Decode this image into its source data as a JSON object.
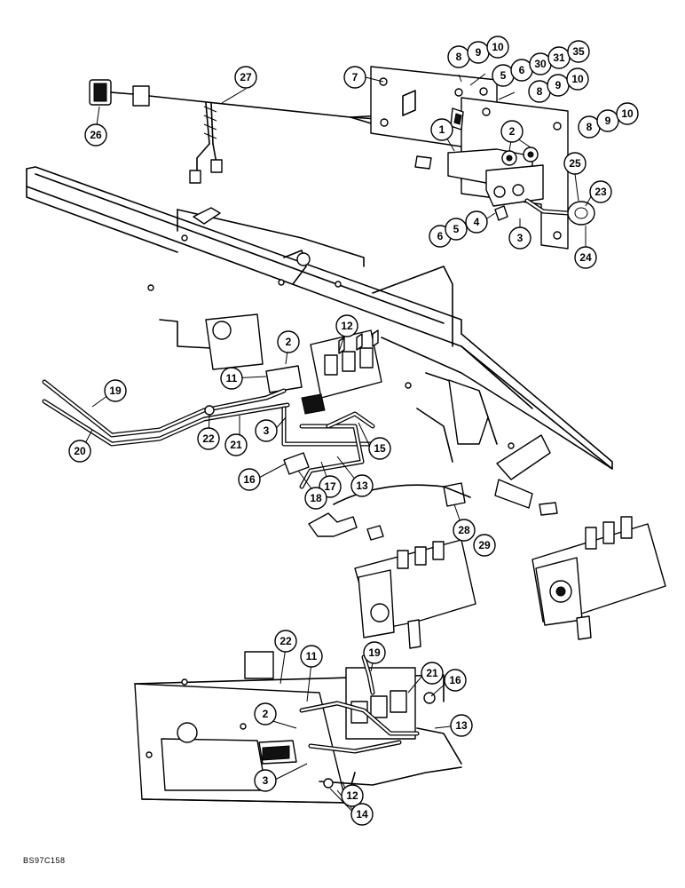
{
  "figure_code": "BS97C158",
  "callouts": [
    "27",
    "26",
    "7",
    "8",
    "9",
    "10",
    "5",
    "6",
    "30",
    "31",
    "35",
    "8",
    "9",
    "10",
    "8",
    "9",
    "10",
    "1",
    "2",
    "25",
    "23",
    "6",
    "5",
    "4",
    "3",
    "24",
    "12",
    "2",
    "11",
    "19",
    "20",
    "22",
    "21",
    "3",
    "15",
    "16",
    "17",
    "18",
    "13",
    "28",
    "29",
    "22",
    "11",
    "19",
    "21",
    "16",
    "2",
    "13",
    "3",
    "12",
    "14"
  ]
}
